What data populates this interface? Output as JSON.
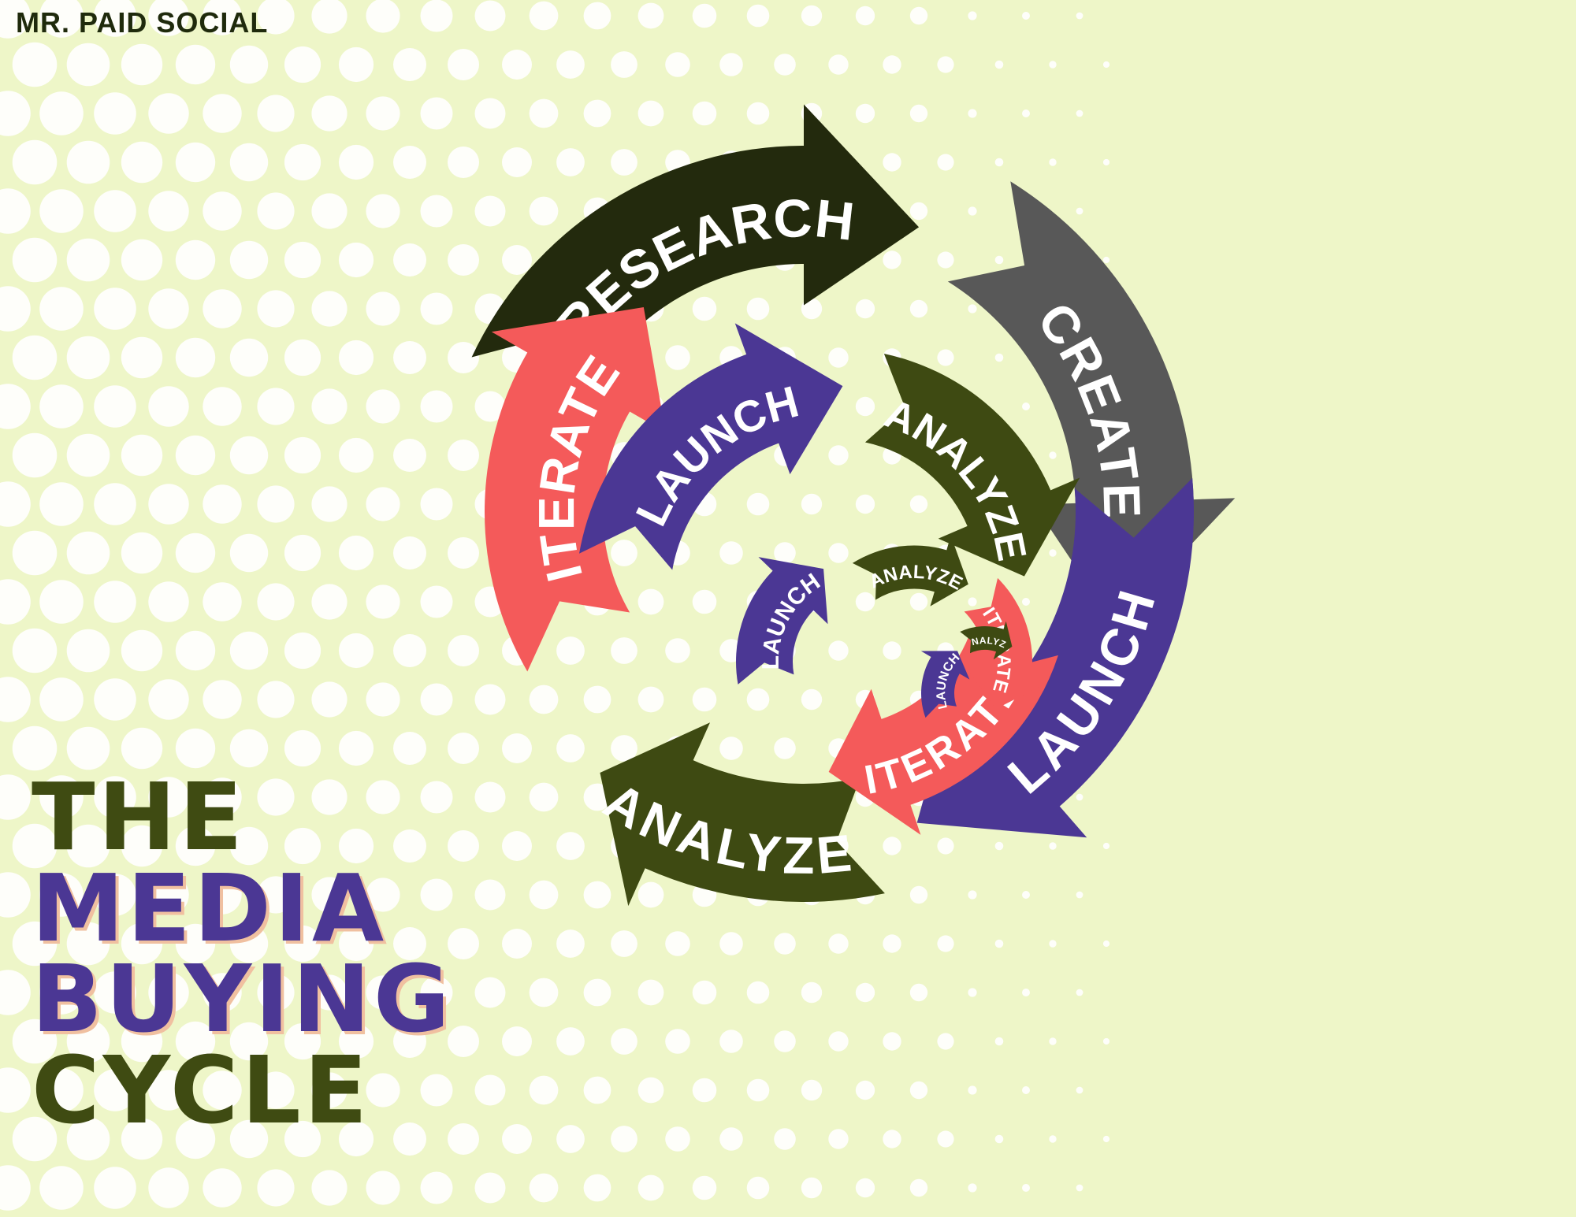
{
  "brand": "MR. PAID SOCIAL",
  "title": {
    "line1": "THE",
    "line2": "MEDIA",
    "line3": "BUYING",
    "line4": "CYCLE"
  },
  "colors": {
    "background": "#eef6c8",
    "dots": "#ffffff",
    "research": "#232a0d",
    "create": "#585858",
    "launch": "#4b3794",
    "analyze": "#3e4a12",
    "iterate": "#f45a5a",
    "text_dark": "#3f4b12",
    "text_purple": "#4b3794"
  },
  "arrows": [
    {
      "id": "research",
      "label": "RESEARCH",
      "color_key": "research"
    },
    {
      "id": "create",
      "label": "CREATE",
      "color_key": "create"
    },
    {
      "id": "launch-outer",
      "label": "LAUNCH",
      "color_key": "launch"
    },
    {
      "id": "analyze-outer",
      "label": "ANALYZE",
      "color_key": "analyze"
    },
    {
      "id": "iterate-outer",
      "label": "ITERATE",
      "color_key": "iterate"
    },
    {
      "id": "launch-2",
      "label": "LAUNCH",
      "color_key": "launch"
    },
    {
      "id": "analyze-2",
      "label": "ANALYZE",
      "color_key": "analyze"
    },
    {
      "id": "iterate-2",
      "label": "ITERATE",
      "color_key": "iterate"
    },
    {
      "id": "launch-3",
      "label": "LAUNCH",
      "color_key": "launch"
    },
    {
      "id": "analyze-3",
      "label": "ANALYZE",
      "color_key": "analyze"
    },
    {
      "id": "iterate-3",
      "label": "ITERATE",
      "color_key": "iterate"
    },
    {
      "id": "launch-4",
      "label": "LAUNCH",
      "color_key": "launch"
    },
    {
      "id": "analyze-4",
      "label": "ANALYZE",
      "color_key": "analyze"
    }
  ]
}
